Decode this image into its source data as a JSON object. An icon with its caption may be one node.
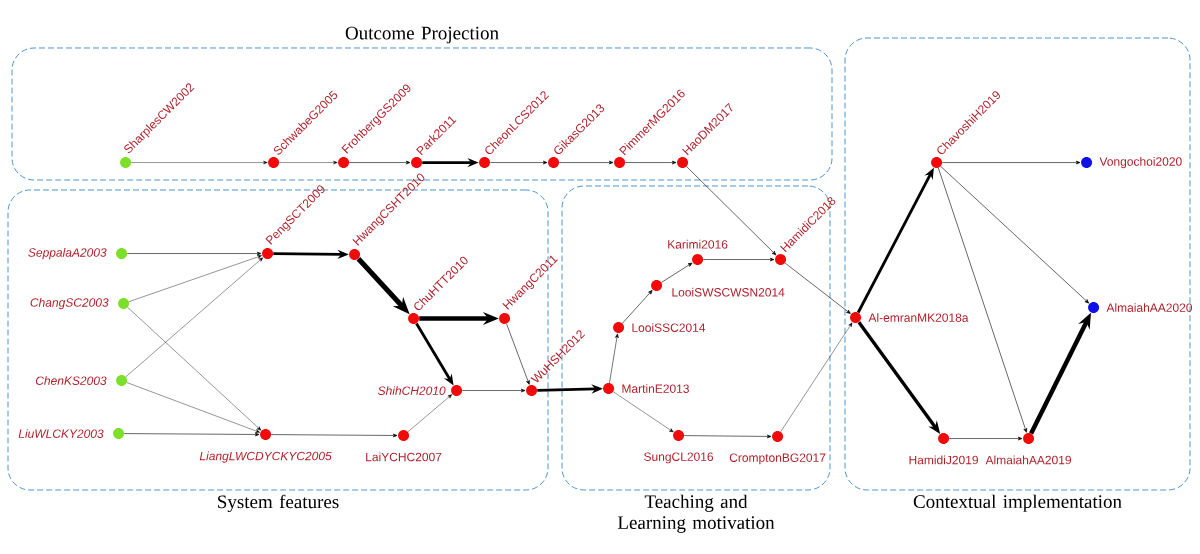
{
  "diagram": {
    "nodes": [
      {
        "text": [
          "Outcome Projection"
        ]
      },
      {
        "text": [
          "System features"
        ]
      },
      {
        "text": [
          "Teaching and Learning motivation"
        ]
      },
      {
        "text": [
          "Contextual implementation"
        ]
      },
      {
        "text": [
          "SharplesCW2002"
        ],
        "in": 0
      },
      {
        "text": [
          "SchwabeG2005"
        ],
        "in": 0
      },
      {
        "text": [
          "FrohbergGS2009"
        ],
        "in": 0
      },
      {
        "text": [
          "Park2011"
        ],
        "in": 0
      },
      {
        "text": [
          "CheonLCS2012"
        ],
        "in": 0
      },
      {
        "text": [
          "GikasG2013"
        ],
        "in": 0
      },
      {
        "text": [
          "PimmerMG2016"
        ],
        "in": 0
      },
      {
        "text": [
          "HaoDM2017"
        ],
        "in": 0
      },
      {
        "text": [
          "SeppalaA2003"
        ],
        "in": 1
      },
      {
        "text": [
          "ChangSC2003"
        ],
        "in": 1
      },
      {
        "text": [
          "ChenKS2003"
        ],
        "in": 1
      },
      {
        "text": [
          "LiuWLCKY2003"
        ],
        "in": 1
      },
      {
        "text": [
          "PengSCT2009"
        ],
        "in": 1
      },
      {
        "text": [
          "HwangCSHT2010"
        ],
        "in": 1
      },
      {
        "text": [
          "ChuHTT2010"
        ],
        "in": 1
      },
      {
        "text": [
          "HwangC2011"
        ],
        "in": 1
      },
      {
        "text": [
          "ShihCH2010"
        ],
        "in": 1
      },
      {
        "text": [
          "WuHSH2012"
        ],
        "in": 1
      },
      {
        "text": [
          "LiangLWCDYCKYC2005"
        ],
        "in": 1
      },
      {
        "text": [
          "LaiYCHC2007"
        ],
        "in": 1
      },
      {
        "text": [
          "MartinE2013"
        ],
        "in": 2
      },
      {
        "text": [
          "LooiSSC2014"
        ],
        "in": 2
      },
      {
        "text": [
          "LooiSWSCWSN2014"
        ],
        "in": 2
      },
      {
        "text": [
          "Karimi2016"
        ],
        "in": 2
      },
      {
        "text": [
          "HamidiC2018"
        ],
        "in": 2
      },
      {
        "text": [
          "SungCL2016"
        ],
        "in": 2
      },
      {
        "text": [
          "CromptonBG2017"
        ],
        "in": 2
      },
      {
        "text": [
          "Al-emranMK2018a"
        ],
        "in": 3
      },
      {
        "text": [
          "ChavoshiH2019"
        ],
        "in": 3
      },
      {
        "text": [
          "Vongochoi2020"
        ],
        "in": 3
      },
      {
        "text": [
          "HamidiJ2019"
        ],
        "in": 3
      },
      {
        "text": [
          "AlmaiahAA2019"
        ],
        "in": 3
      },
      {
        "text": [
          "AlmaiahAA2020"
        ],
        "in": 3
      }
    ],
    "edges": [
      {
        "from": 4,
        "to": 5,
        "arrow": "to"
      },
      {
        "from": 5,
        "to": 6,
        "arrow": "to"
      },
      {
        "from": 6,
        "to": 7,
        "arrow": "to"
      },
      {
        "from": 7,
        "to": 8,
        "arrow": "to",
        "style": "thick"
      },
      {
        "from": 8,
        "to": 9,
        "arrow": "to"
      },
      {
        "from": 9,
        "to": 10,
        "arrow": "to"
      },
      {
        "from": 10,
        "to": 11,
        "arrow": "to"
      },
      {
        "from": 11,
        "to": 28,
        "arrow": "to"
      },
      {
        "from": 12,
        "to": 16,
        "arrow": "to"
      },
      {
        "from": 13,
        "to": 16,
        "arrow": "to"
      },
      {
        "from": 13,
        "to": 22,
        "arrow": "to"
      },
      {
        "from": 14,
        "to": 16,
        "arrow": "to"
      },
      {
        "from": 14,
        "to": 22,
        "arrow": "to"
      },
      {
        "from": 15,
        "to": 22,
        "arrow": "to"
      },
      {
        "from": 16,
        "to": 17,
        "arrow": "to",
        "style": "thick"
      },
      {
        "from": 17,
        "to": 18,
        "arrow": "to",
        "style": "thick"
      },
      {
        "from": 18,
        "to": 19,
        "arrow": "to",
        "style": "thick"
      },
      {
        "from": 18,
        "to": 20,
        "arrow": "to",
        "style": "thick"
      },
      {
        "from": 19,
        "to": 21,
        "arrow": "to"
      },
      {
        "from": 20,
        "to": 21,
        "arrow": "to"
      },
      {
        "from": 22,
        "to": 23,
        "arrow": "to"
      },
      {
        "from": 23,
        "to": 20,
        "arrow": "to"
      },
      {
        "from": 21,
        "to": 24,
        "arrow": "to",
        "style": "thick"
      },
      {
        "from": 24,
        "to": 25,
        "arrow": "to"
      },
      {
        "from": 25,
        "to": 26,
        "arrow": "to"
      },
      {
        "from": 26,
        "to": 27,
        "arrow": "to"
      },
      {
        "from": 27,
        "to": 28,
        "arrow": "to"
      },
      {
        "from": 28,
        "to": 31,
        "arrow": "to"
      },
      {
        "from": 24,
        "to": 29,
        "arrow": "to"
      },
      {
        "from": 29,
        "to": 30,
        "arrow": "to"
      },
      {
        "from": 30,
        "to": 31,
        "arrow": "to"
      },
      {
        "from": 31,
        "to": 32,
        "arrow": "to",
        "style": "thick"
      },
      {
        "from": 31,
        "to": 34,
        "arrow": "to",
        "style": "thick"
      },
      {
        "from": 32,
        "to": 33,
        "arrow": "to"
      },
      {
        "from": 32,
        "to": 36,
        "arrow": "to"
      },
      {
        "from": 32,
        "to": 35,
        "arrow": "to"
      },
      {
        "from": 34,
        "to": 35,
        "arrow": "to"
      },
      {
        "from": 35,
        "to": 36,
        "arrow": "to",
        "style": "thick"
      }
    ]
  }
}
